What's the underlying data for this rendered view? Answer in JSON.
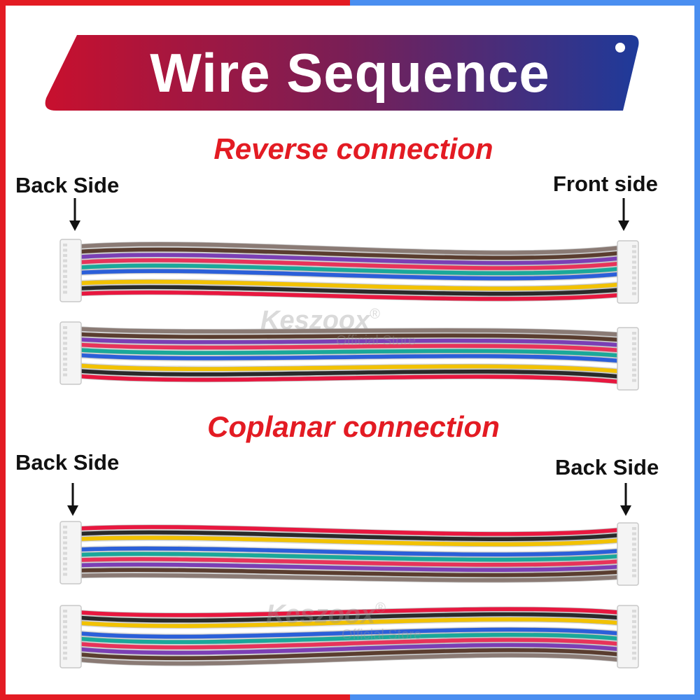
{
  "title": "Wire Sequence",
  "sections": {
    "reverse": {
      "title": "Reverse connection",
      "left_label": "Back Side",
      "right_label": "Front side"
    },
    "coplanar": {
      "title": "Coplanar connection",
      "left_label": "Back Side",
      "right_label": "Back Side"
    }
  },
  "watermark": {
    "brand": "Keszoox",
    "mark": "®",
    "sub": "Official Store"
  },
  "colors": {
    "red": "#e31b23",
    "blue": "#4a8ef0",
    "banner_left": "#c8102e",
    "banner_right": "#1e3a9a"
  },
  "wire_colors": [
    "#8a7a74",
    "#5a3d2f",
    "#7b3fb5",
    "#e8335a",
    "#1aa89a",
    "#2b5fd9",
    "#ffffff",
    "#f2c200",
    "#2a2a2a",
    "#e8173f"
  ],
  "cable_icons": [
    "connector-icon",
    "wire-icon"
  ]
}
